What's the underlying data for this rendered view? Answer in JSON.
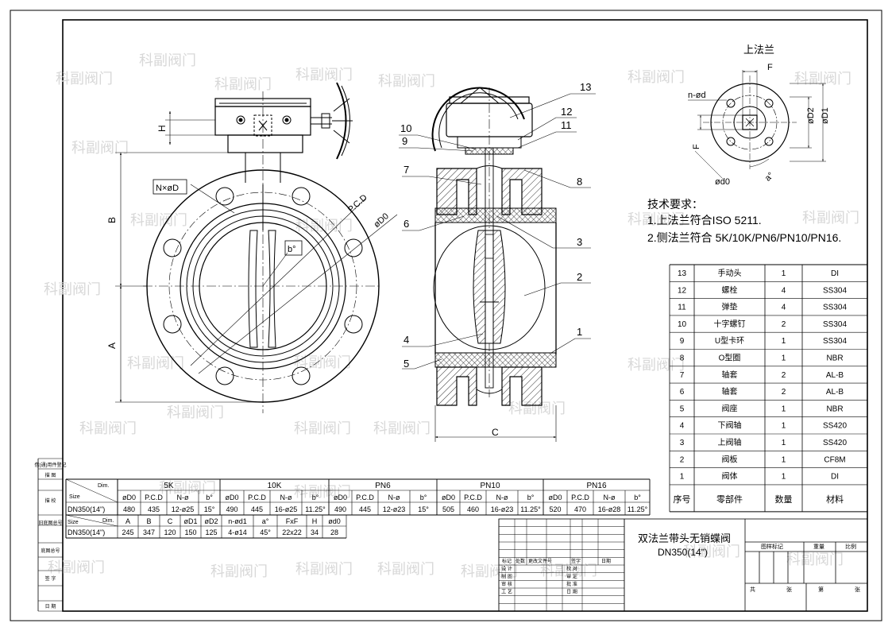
{
  "watermark": "科副阀门",
  "top_flange": {
    "title": "上法兰",
    "label_F_top": "F",
    "label_F_side": "F",
    "label_nd": "n-ød",
    "label_D2": "øD2",
    "label_D1": "øD1",
    "label_d0": "ød0",
    "label_a": "a°"
  },
  "front_view": {
    "label_H": "H",
    "label_B": "B",
    "label_A": "A",
    "label_NxD": "N×øD",
    "label_PCD": "P.C.D",
    "label_D0": "øD0",
    "label_b": "b°"
  },
  "side_view": {
    "label_C": "C",
    "balloons": [
      "13",
      "12",
      "10",
      "9",
      "11",
      "7",
      "8",
      "6",
      "3",
      "2",
      "4",
      "5",
      "1"
    ]
  },
  "tech_requirements": {
    "title": "技术要求：",
    "items": [
      "1.上法兰符合ISO 5211.",
      "2.侧法兰符合 5K/10K/PN6/PN10/PN16."
    ]
  },
  "parts_table": {
    "header": {
      "no": "序号",
      "name": "零部件",
      "qty": "数量",
      "material": "材料"
    },
    "rows": [
      {
        "no": "13",
        "name": "手动头",
        "qty": "1",
        "material": "DI"
      },
      {
        "no": "12",
        "name": "螺栓",
        "qty": "4",
        "material": "SS304"
      },
      {
        "no": "11",
        "name": "弹垫",
        "qty": "4",
        "material": "SS304"
      },
      {
        "no": "10",
        "name": "十字螺钉",
        "qty": "2",
        "material": "SS304"
      },
      {
        "no": "9",
        "name": "U型卡环",
        "qty": "1",
        "material": "SS304"
      },
      {
        "no": "8",
        "name": "O型圈",
        "qty": "1",
        "material": "NBR"
      },
      {
        "no": "7",
        "name": "轴套",
        "qty": "2",
        "material": "AL-B"
      },
      {
        "no": "6",
        "name": "轴套",
        "qty": "2",
        "material": "AL-B"
      },
      {
        "no": "5",
        "name": "阀座",
        "qty": "1",
        "material": "NBR"
      },
      {
        "no": "4",
        "name": "下阀轴",
        "qty": "1",
        "material": "SS420"
      },
      {
        "no": "3",
        "name": "上阀轴",
        "qty": "1",
        "material": "SS420"
      },
      {
        "no": "2",
        "name": "阀板",
        "qty": "1",
        "material": "CF8M"
      },
      {
        "no": "1",
        "name": "阀体",
        "qty": "1",
        "material": "DI"
      }
    ]
  },
  "flange_table": {
    "dim_label": "Dim.",
    "size_label": "Size",
    "groups": [
      "5K",
      "10K",
      "PN6",
      "PN10",
      "PN16"
    ],
    "subheaders": [
      "øD0",
      "P.C.D",
      "N-ø",
      "b°"
    ],
    "row": {
      "size": "DN350(14\")",
      "values": [
        "480",
        "435",
        "12-ø25",
        "15°",
        "490",
        "445",
        "16-ø25",
        "11.25°",
        "490",
        "445",
        "12-ø23",
        "15°",
        "505",
        "460",
        "16-ø23",
        "11.25°",
        "520",
        "470",
        "16-ø28",
        "11.25°"
      ]
    }
  },
  "dim_table": {
    "dim_label": "Dim.",
    "size_label": "Size",
    "headers": [
      "A",
      "B",
      "C",
      "øD1",
      "øD2",
      "n-ød1",
      "a°",
      "FxF",
      "H",
      "ød0"
    ],
    "row": {
      "size": "DN350(14\")",
      "values": [
        "245",
        "347",
        "120",
        "150",
        "125",
        "4-ø14",
        "45°",
        "22x22",
        "34",
        "28"
      ]
    }
  },
  "left_strip": [
    "借(通)用件登记",
    "描  图",
    "描  校",
    "旧底图总号",
    "底图总号",
    "签  字",
    "日  期"
  ],
  "title_block": {
    "name_line1": "双法兰带头无销蝶阀",
    "name_line2": "DN350(14\")",
    "rev_headers": [
      "标记",
      "处数",
      "更改文件号",
      "签字",
      "日期"
    ],
    "sign_left": [
      "设 计",
      "制 图",
      "审 核",
      "工 艺"
    ],
    "sign_right": [
      "校 对",
      "审 定",
      "批 准",
      "日 期"
    ],
    "mark_label": "图样标记",
    "weight_label": "重量",
    "scale_label": "比例",
    "sheet_total_label": "共",
    "sheet_unit": "张",
    "sheet_no_label": "第",
    "sheet_unit2": "张"
  }
}
